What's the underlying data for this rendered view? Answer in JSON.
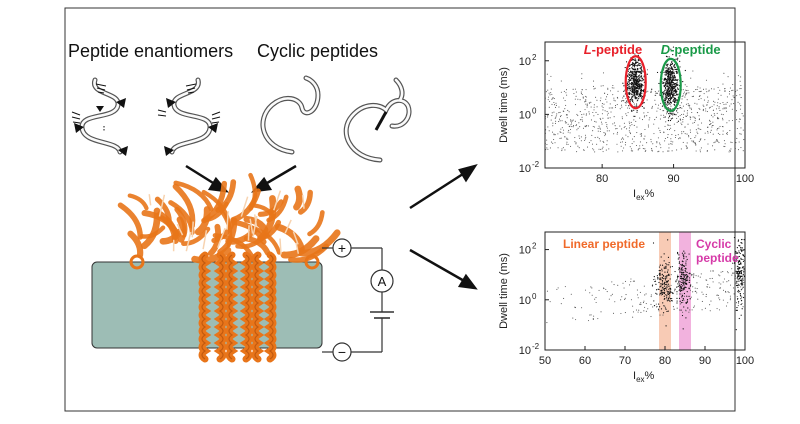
{
  "left_panel": {
    "heading_enantiomers": "Peptide enantiomers",
    "heading_cyclic": "Cyclic peptides",
    "circuit_plus": "+",
    "circuit_minus": "−",
    "circuit_ammeter": "A"
  },
  "colors": {
    "protein": "#e8751a",
    "membrane": "#9dbdb5",
    "l_peptide": "#e8202a",
    "d_peptide": "#1a9a48",
    "linear_band": "#f7c2a8",
    "cyclic_band": "#f0a4d8",
    "linear_label": "#f06a2a",
    "cyclic_label": "#d63aa8"
  },
  "chart_data": [
    {
      "type": "scatter",
      "title": "",
      "xlabel_main": "I",
      "xlabel_sub": "ex",
      "xlabel_suffix": "%",
      "ylabel": "Dwell time (ms)",
      "xlim": [
        72,
        100
      ],
      "xticks": [
        80,
        90,
        100
      ],
      "ylim_log10": [
        -2,
        2.7
      ],
      "yticks": [
        {
          "exp": -2,
          "label": "10"
        },
        {
          "exp": 0,
          "label": "10"
        },
        {
          "exp": 2,
          "label": "10"
        }
      ],
      "yticks_sup": [
        "-2",
        "0",
        "2"
      ],
      "clusters": [
        {
          "name": "L-peptide",
          "prefix": "L",
          "suffix": "-peptide",
          "center_x": 84.7,
          "center_log10_y": 1.2,
          "spread_x": 0.6,
          "spread_log10_y": 0.45
        },
        {
          "name": "D-peptide",
          "prefix": "D",
          "suffix": "-peptide",
          "center_x": 89.6,
          "center_log10_y": 1.1,
          "spread_x": 0.6,
          "spread_log10_y": 0.5
        }
      ]
    },
    {
      "type": "scatter",
      "title": "",
      "xlabel_main": "I",
      "xlabel_sub": "ex",
      "xlabel_suffix": "%",
      "ylabel": "Dwell time (ms)",
      "xlim": [
        50,
        100
      ],
      "xticks": [
        50,
        60,
        70,
        80,
        90,
        100
      ],
      "ylim_log10": [
        -2,
        2.7
      ],
      "yticks": [
        {
          "exp": -2,
          "label": "10"
        },
        {
          "exp": 0,
          "label": "10"
        },
        {
          "exp": 2,
          "label": "10"
        }
      ],
      "yticks_sup": [
        "-2",
        "0",
        "2"
      ],
      "bands": [
        {
          "name": "Linear peptide",
          "label_lines": [
            "Linear peptide"
          ],
          "x_from": 78.5,
          "x_to": 81.5
        },
        {
          "name": "Cyclic peptide",
          "label_lines": [
            "Cyclic",
            "peptide"
          ],
          "x_from": 83.5,
          "x_to": 86.5
        }
      ],
      "clusters": [
        {
          "center_x": 79.8,
          "center_log10_y": 0.6,
          "spread_x": 1.2,
          "spread_log10_y": 0.5
        },
        {
          "center_x": 84.6,
          "center_log10_y": 0.8,
          "spread_x": 0.8,
          "spread_log10_y": 0.55
        },
        {
          "center_x": 98.8,
          "center_log10_y": 1.2,
          "spread_x": 0.7,
          "spread_log10_y": 0.7
        }
      ]
    }
  ]
}
